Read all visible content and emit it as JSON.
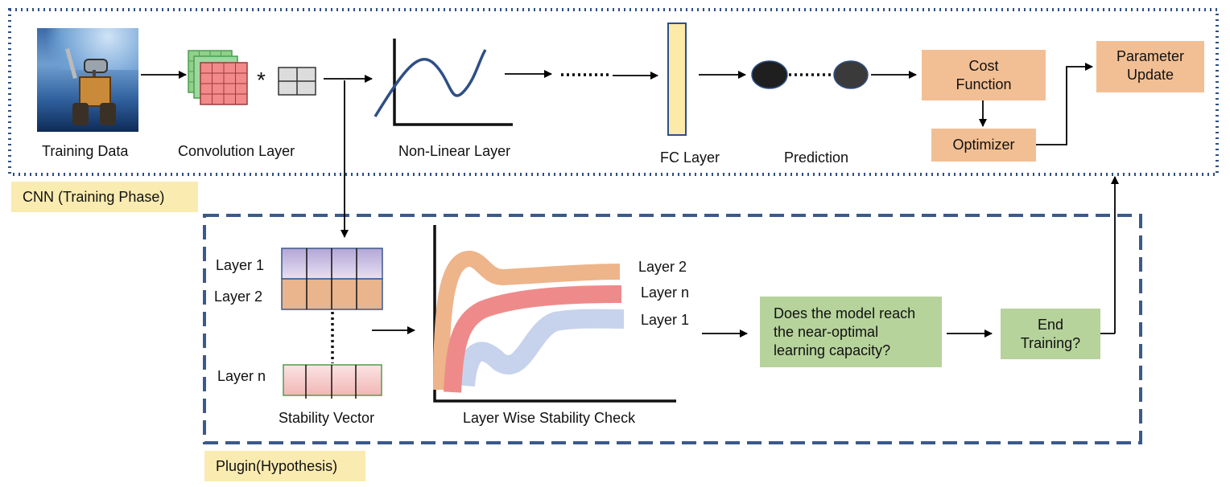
{
  "training_phase": {
    "training_data_label": "Training Data",
    "convolution_label": "Convolution Layer",
    "operator_symbol": "*",
    "nonlinear_label": "Non-Linear Layer",
    "fc_label": "FC Layer",
    "prediction_label": "Prediction",
    "cost_function": "Cost\nFunction",
    "optimizer": "Optimizer",
    "parameter_update": "Parameter\nUpdate",
    "tag": "CNN (Training Phase)"
  },
  "plugin": {
    "layer1_label": "Layer 1",
    "layer2_label": "Layer 2",
    "layern_label": "Layer n",
    "stability_vector_label": "Stability Vector",
    "check_label": "Layer Wise Stability Check",
    "curve_layer2": "Layer 2",
    "curve_layern": "Layer n",
    "curve_layer1": "Layer 1",
    "question": "Does the model reach\nthe near-optimal\nlearning capacity?",
    "end_training": "End\nTraining?",
    "tag": "Plugin(Hypothesis)"
  },
  "colors": {
    "dotted_border": "#2e4f86",
    "dashed_border": "#3b5a8c",
    "orange_box": "#f2bf94",
    "green_box": "#b6d39b",
    "tag_bg": "#faebb0",
    "curve_layer2": "#eeb48a",
    "curve_layern": "#ee8b8a",
    "curve_layer1": "#c7d3ec"
  },
  "icons": [
    "training-photo",
    "convolution-stack-icon",
    "kernel-grid-icon",
    "sigmoid-plot-icon",
    "fc-bar-icon",
    "prediction-node-icon"
  ]
}
